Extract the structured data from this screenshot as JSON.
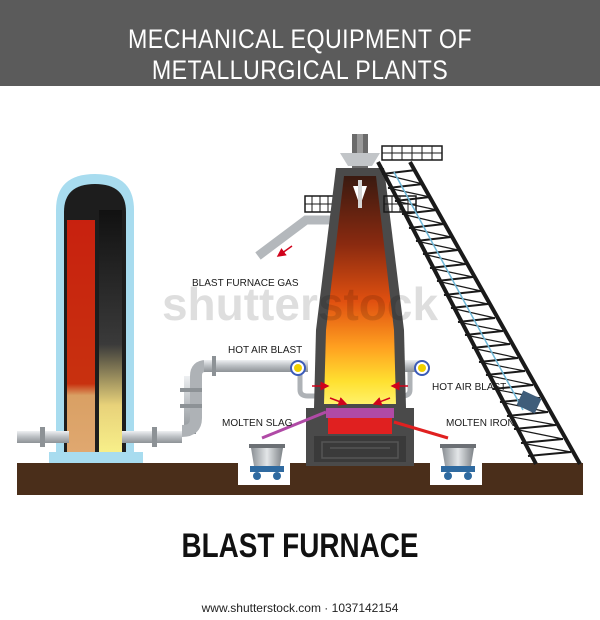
{
  "header": {
    "title": "MECHANICAL EQUIPMENT OF METALLURGICAL PLANTS"
  },
  "diagram": {
    "labels": {
      "gas": "BLAST FURNACE GAS",
      "hot_air_left": "HOT AIR BLAST",
      "hot_air_right": "HOT AIR BLAST",
      "slag": "MOLTEN SLAG",
      "iron": "MOLTEN  IRON"
    },
    "watermark": "shutterstock",
    "colors": {
      "steel": "#c7cacd",
      "furnace_shell": "#4a4a4a",
      "hot_core": "#ffcc00",
      "slag": "#b04aa6",
      "iron": "#e02020",
      "ground": "#4a2e1a",
      "conveyor": "#1a1a1a",
      "arrow": "#d0021b",
      "stove_glow": "#a8dcef"
    }
  },
  "main": {
    "title": "BLAST FURNACE"
  },
  "footer": {
    "url": "www.shutterstock.com · 1037142154"
  }
}
